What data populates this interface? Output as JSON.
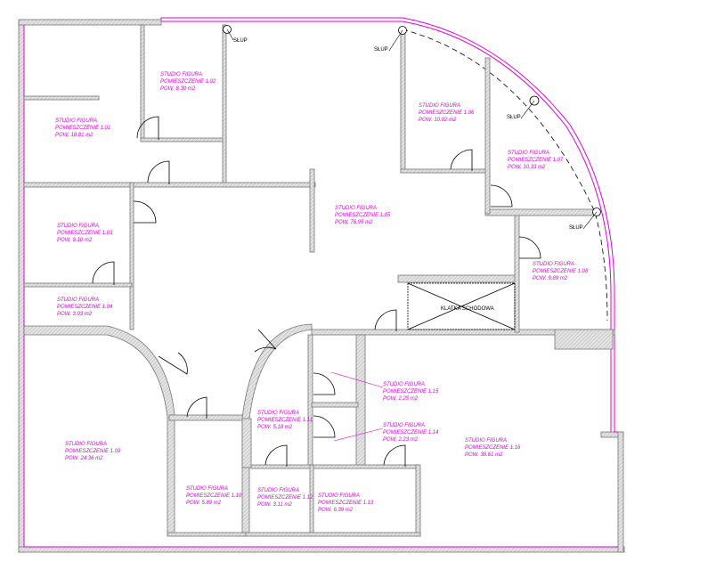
{
  "plan": {
    "rooms": [
      {
        "id": "1.01",
        "name": "STUDIO FIGURA",
        "room": "POMIESZCZENIE 1.01",
        "area": "POW. 18.81 m2"
      },
      {
        "id": "1.02",
        "name": "STUDIO FIGURA",
        "room": "POMIESZCZENIE 1.02",
        "area": "POW. 8.30 m2"
      },
      {
        "id": "1.03",
        "name": "STUDIO FIGURA",
        "room": "POMIESZCZENIE 1.03",
        "area": "POW. 9.10 m2"
      },
      {
        "id": "1.04",
        "name": "STUDIO FIGURA",
        "room": "POMIESZCZENIE 1.04",
        "area": "POW. 3.93 m2"
      },
      {
        "id": "1.05",
        "name": "STUDIO FIGURA",
        "room": "POMIESZCZENIE 1.05",
        "area": "POW. 76.95 m2"
      },
      {
        "id": "1.06",
        "name": "STUDIO FIGURA",
        "room": "POMIESZCZENIE 1.06",
        "area": "POW. 10.02 m2"
      },
      {
        "id": "1.07",
        "name": "STUDIO FIGURA",
        "room": "POMIESZCZENIE 1.07",
        "area": "POW. 10.33 m2"
      },
      {
        "id": "1.08",
        "name": "STUDIO FIGURA",
        "room": "POMIESZCZENIE 1.08",
        "area": "POW. 9.89 m2"
      },
      {
        "id": "1.09",
        "name": "STUDIO FIGURA",
        "room": "POMIESZCZENIE 1.09",
        "area": "POW. 24.36 m2"
      },
      {
        "id": "1.10",
        "name": "STUDIO FIGURA",
        "room": "POMIESZCZENIE 1.10",
        "area": "POW. 5.89 m2"
      },
      {
        "id": "1.11",
        "name": "STUDIO FIGURA",
        "room": "POMIESZCZENIE 1.11",
        "area": "POW. 5.18 m2"
      },
      {
        "id": "1.12",
        "name": "STUDIO FIGURA",
        "room": "POMIESZCZENIE 1.12",
        "area": "POW. 3.11 m2"
      },
      {
        "id": "1.13",
        "name": "STUDIO FIGURA",
        "room": "POMIESZCZENIE 1.13",
        "area": "POW. 6.39 m2"
      },
      {
        "id": "1.14",
        "name": "STUDIO FIGURA",
        "room": "POMIESZCZENIE 1.14",
        "area": "POW. 2.23 m2"
      },
      {
        "id": "1.15",
        "name": "STUDIO FIGURA",
        "room": "POMIESZCZENIE 1.15",
        "area": "POW. 2.25 m2"
      },
      {
        "id": "1.16",
        "name": "STUDIO FIGURA",
        "room": "POMIESZCZENIE 1.16",
        "area": "POW. 38.61 m2"
      }
    ],
    "column_label": "SŁUP",
    "staircase_label": "KLATKA SCHODOWA",
    "label_color": "#e000e0"
  }
}
